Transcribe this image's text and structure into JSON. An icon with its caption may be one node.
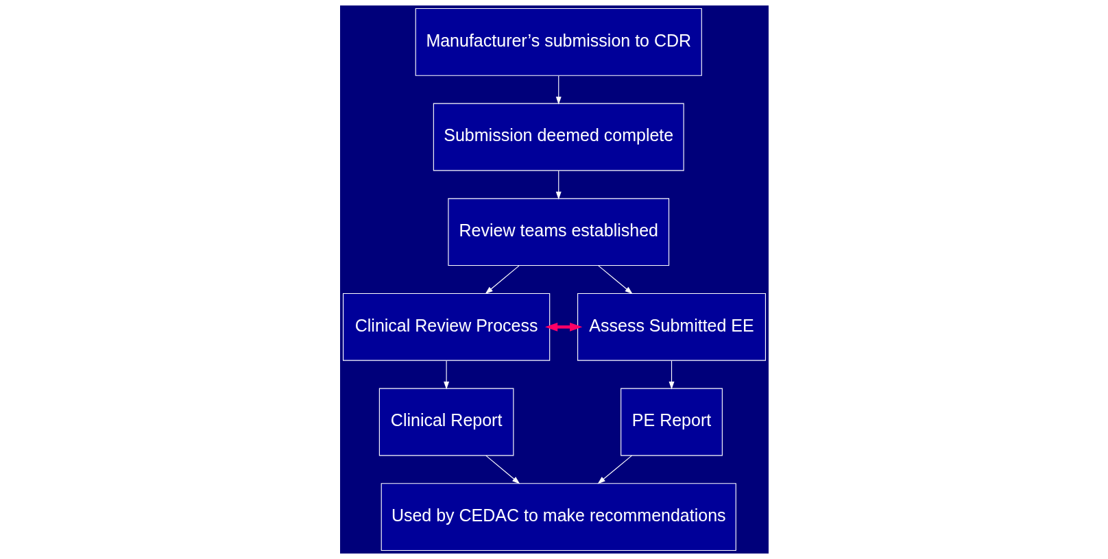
{
  "diagram": {
    "nodes": [
      {
        "text": [
          "Manufacturer’s submission to CDR"
        ]
      },
      {
        "text": [
          "Submission deemed complete"
        ]
      },
      {
        "text": [
          "Review teams established"
        ]
      },
      {
        "text": [
          "Clinical Review Process"
        ]
      },
      {
        "text": [
          "Assess Submitted EE"
        ]
      },
      {
        "text": [
          "Clinical Report"
        ]
      },
      {
        "text": [
          "PE Report"
        ]
      },
      {
        "text": [
          "Used by CEDAC to make recommendations"
        ]
      }
    ],
    "edges": [
      {
        "from": 0,
        "to": 1,
        "arrow": "to"
      },
      {
        "from": 1,
        "to": 2,
        "arrow": "to"
      },
      {
        "from": 2,
        "to": 3,
        "arrow": "to"
      },
      {
        "from": 2,
        "to": 4,
        "arrow": "to"
      },
      {
        "from": 3,
        "to": 5,
        "arrow": "to"
      },
      {
        "from": 4,
        "to": 6,
        "arrow": "to"
      },
      {
        "from": 3,
        "to": 4,
        "arrow": "both",
        "style": "thick",
        "color": "#ff0066"
      },
      {
        "from": 5,
        "to": 7,
        "arrow": "to"
      },
      {
        "from": 6,
        "to": 7,
        "arrow": "to"
      }
    ]
  }
}
